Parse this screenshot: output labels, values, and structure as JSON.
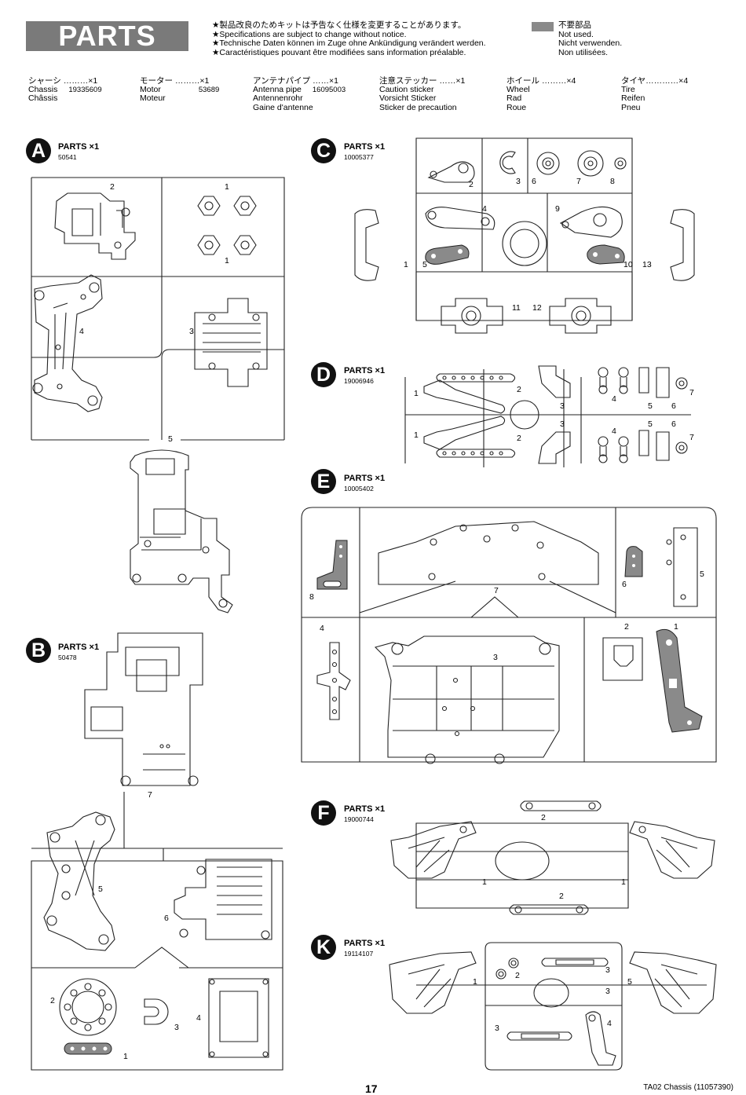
{
  "header": {
    "title": "PARTS",
    "notice_lines": [
      "★製品改良のためキットは予告なく仕様を変更することがあります。",
      "★Specifications are subject to change without notice.",
      "★Technische Daten können im Zuge ohne Ankündigung verändert werden.",
      "★Caractéristiques pouvant être modifiées sans information préalable."
    ],
    "legend_lines": [
      "不要部品",
      "Not used.",
      "Nicht verwenden.",
      "Non utilisées."
    ]
  },
  "bagged_parts": [
    {
      "jp": "シャーシ ………×1",
      "en": "Chassis",
      "de": "Chassis",
      "fr": "Châssis",
      "part_no": "19335609"
    },
    {
      "jp": "モーター ………×1",
      "en": "Motor",
      "de": "Motor",
      "fr": "Moteur",
      "part_no": "53689"
    },
    {
      "jp": "アンテナパイプ ……×1",
      "en": "Antenna pipe",
      "de": "Antennenrohr",
      "fr": "Gaine d'antenne",
      "part_no": "16095003"
    },
    {
      "jp": "注意ステッカー ……×1",
      "en": "Caution sticker",
      "de": "Vorsicht Sticker",
      "fr": "Sticker de precaution",
      "part_no": ""
    },
    {
      "jp": "ホイール ………×4",
      "en": "Wheel",
      "de": "Rad",
      "fr": "Roue",
      "part_no": ""
    },
    {
      "jp": "タイヤ…………×4",
      "en": "Tire",
      "de": "Reifen",
      "fr": "Pneu",
      "part_no": ""
    }
  ],
  "trees": [
    {
      "letter": "A",
      "title": "PARTS ×1",
      "number": "50541"
    },
    {
      "letter": "B",
      "title": "PARTS ×1",
      "number": "50478"
    },
    {
      "letter": "C",
      "title": "PARTS ×1",
      "number": "10005377"
    },
    {
      "letter": "D",
      "title": "PARTS ×1",
      "number": "19006946"
    },
    {
      "letter": "E",
      "title": "PARTS ×1",
      "number": "10005402"
    },
    {
      "letter": "F",
      "title": "PARTS ×1",
      "number": "19000744"
    },
    {
      "letter": "K",
      "title": "PARTS ×1",
      "number": "19114107"
    }
  ],
  "labels": {
    "A": [
      "2",
      "1",
      "1",
      "4",
      "3",
      "5"
    ],
    "B": [
      "7",
      "5",
      "6",
      "2",
      "3",
      "4",
      "1"
    ],
    "C": [
      "2",
      "3",
      "6",
      "7",
      "8",
      "4",
      "9",
      "1",
      "5",
      "10",
      "13",
      "11",
      "12"
    ],
    "D": [
      "1",
      "2",
      "3",
      "4",
      "5",
      "6",
      "7",
      "1",
      "2",
      "3",
      "4",
      "5",
      "6",
      "7"
    ],
    "E": [
      "8",
      "7",
      "6",
      "5",
      "4",
      "3",
      "2",
      "1"
    ],
    "F": [
      "2",
      "1",
      "1",
      "2"
    ],
    "K": [
      "3",
      "2",
      "1",
      "3",
      "5",
      "3",
      "4"
    ]
  },
  "footer": {
    "page": "17",
    "doc": "TA02 Chassis (11057390)"
  },
  "colors": {
    "title_bg": "#7a7a7a",
    "unused": "#8a8a8a",
    "ink": "#000000"
  }
}
